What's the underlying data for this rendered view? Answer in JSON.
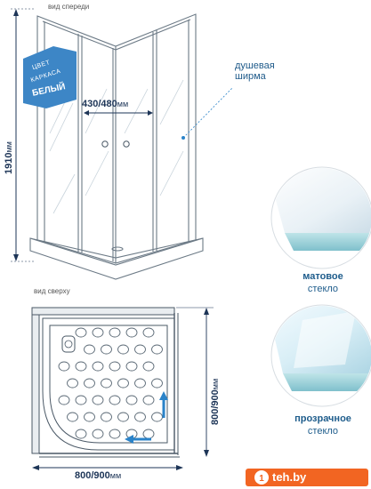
{
  "views": {
    "front_label": "вид спереди",
    "top_label": "вид сверху"
  },
  "dimensions": {
    "height_value": "1910",
    "height_unit": "мм",
    "door_value": "430/480",
    "door_unit": "мм",
    "depth_value": "800/900",
    "depth_unit": "мм",
    "width_value": "800/900",
    "width_unit": "мм"
  },
  "frame_badge": {
    "line1": "ЦВЕТ",
    "line2": "КАРКАСА",
    "value": "БЕЛЫЙ",
    "color": "#3d86c6"
  },
  "callout": {
    "line1": "душевая",
    "line2": "ширма"
  },
  "glass": {
    "matte_title": "матовое",
    "matte_sub": "стекло",
    "clear_title": "прозрачное",
    "clear_sub": "стекло"
  },
  "logo": {
    "text": "teh.by",
    "color": "#f26522"
  },
  "colors": {
    "accent": "#2a83c9",
    "dimension": "#1d3557",
    "outline": "#6c7a86"
  }
}
